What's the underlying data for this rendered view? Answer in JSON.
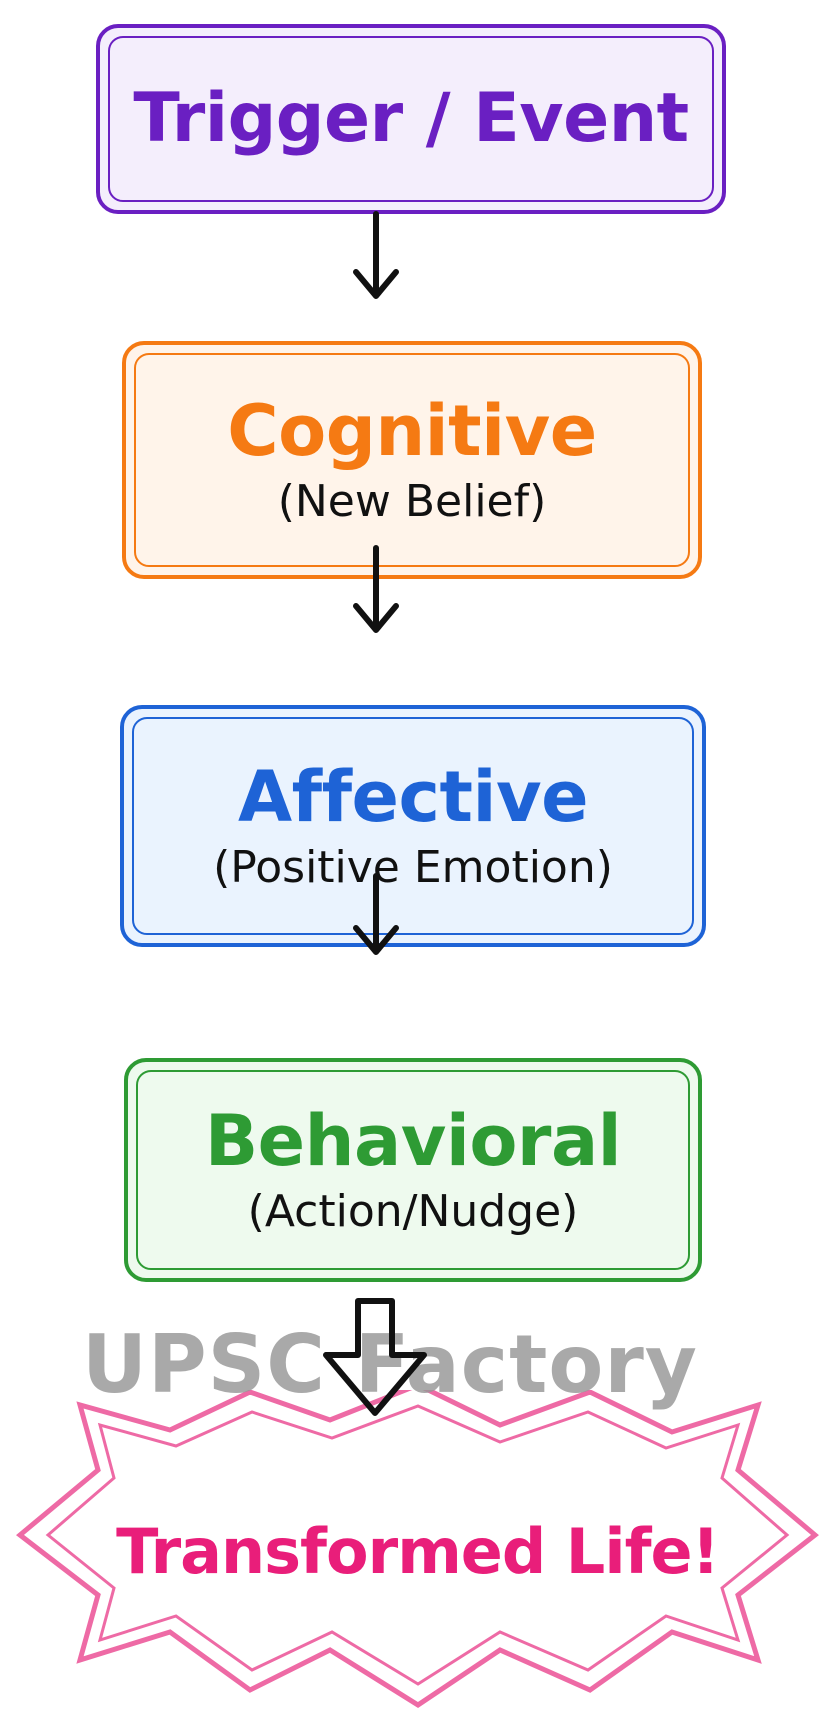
{
  "colors": {
    "trigger": "#6a1fc2",
    "trigger_bg": "#f4eefc",
    "cognitive": "#f57a13",
    "cognitive_bg": "#fff4ea",
    "affective": "#1e63d6",
    "affective_bg": "#eaf3fe",
    "behavioral": "#2e9b34",
    "behavioral_bg": "#eefaee",
    "outcome": "#e91e7a",
    "outcome_stroke": "#ee6aa5",
    "arrow": "#111111"
  },
  "steps": [
    {
      "title": "Trigger / Event",
      "subtitle": ""
    },
    {
      "title": "Cognitive",
      "subtitle": "(New Belief)"
    },
    {
      "title": "Affective",
      "subtitle": "(Positive Emotion)"
    },
    {
      "title": "Behavioral",
      "subtitle": "(Action/Nudge)"
    }
  ],
  "outcome": {
    "label": "Transformed Life!"
  },
  "watermark": "UPSC Factory",
  "icons": {
    "step_arrow": "arrow-down-icon",
    "outcome_arrow": "hollow-arrow-down-icon",
    "burst": "starburst-icon"
  }
}
